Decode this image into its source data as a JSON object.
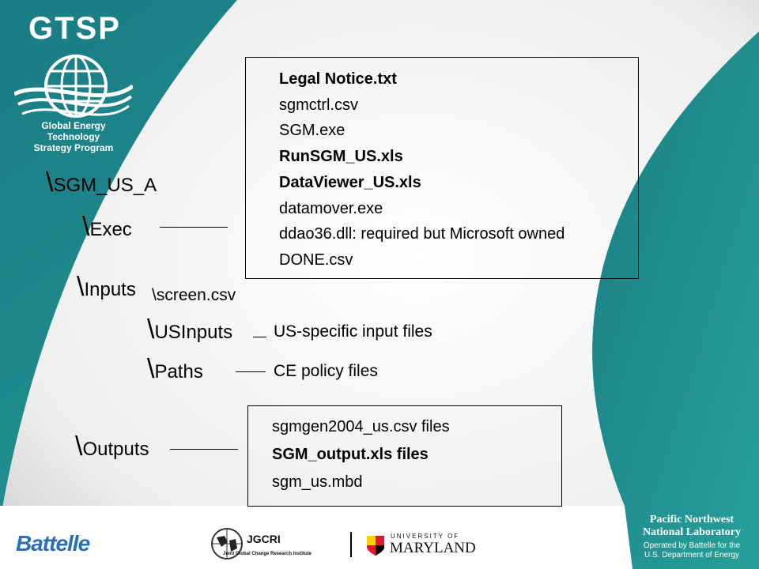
{
  "header": {
    "logo_title": "GTSP",
    "logo_subtitle_line1": "Global Energy Technology",
    "logo_subtitle_line2": "Strategy Program"
  },
  "tree": {
    "root": "SGM_US_A",
    "exec": "Exec",
    "inputs": "Inputs",
    "inputs_note": "\\screen.csv",
    "usinputs": "USInputs",
    "usinputs_note": "US-specific input files",
    "paths": "Paths",
    "paths_note": "CE policy files",
    "outputs": "Outputs",
    "slash": "\\"
  },
  "exec_files": [
    {
      "name": "Legal Notice.txt",
      "bold": true
    },
    {
      "name": "sgmctrl.csv",
      "bold": false
    },
    {
      "name": "SGM.exe",
      "bold": false
    },
    {
      "name": "RunSGM_US.xls",
      "bold": true
    },
    {
      "name": "DataViewer_US.xls",
      "bold": true
    },
    {
      "name": "datamover.exe",
      "bold": false
    },
    {
      "name": "ddao36.dll: required but Microsoft owned",
      "bold": false
    },
    {
      "name": "DONE.csv",
      "bold": false
    }
  ],
  "output_files": [
    {
      "name": "sgmgen2004_us.csv  files",
      "bold": false
    },
    {
      "name": "SGM_output.xls files",
      "bold": true
    },
    {
      "name": "sgm_us.mbd",
      "bold": false
    }
  ],
  "footer": {
    "battelle": "Battelle",
    "jgcri": "JGCRI",
    "jgcri_sub": "Joint Global Change Research Institute",
    "umd_line1": "UNIVERSITY OF",
    "umd_line2": "MARYLAND",
    "pnnl_line1": "Pacific Northwest",
    "pnnl_line2": "National Laboratory",
    "pnnl_line3": "Operated by Battelle for the",
    "pnnl_line4": "U.S. Department of Energy"
  },
  "colors": {
    "teal": "#1f8f8f",
    "panel": "#eeeeee",
    "battelle_blue": "#2a6fb5"
  }
}
